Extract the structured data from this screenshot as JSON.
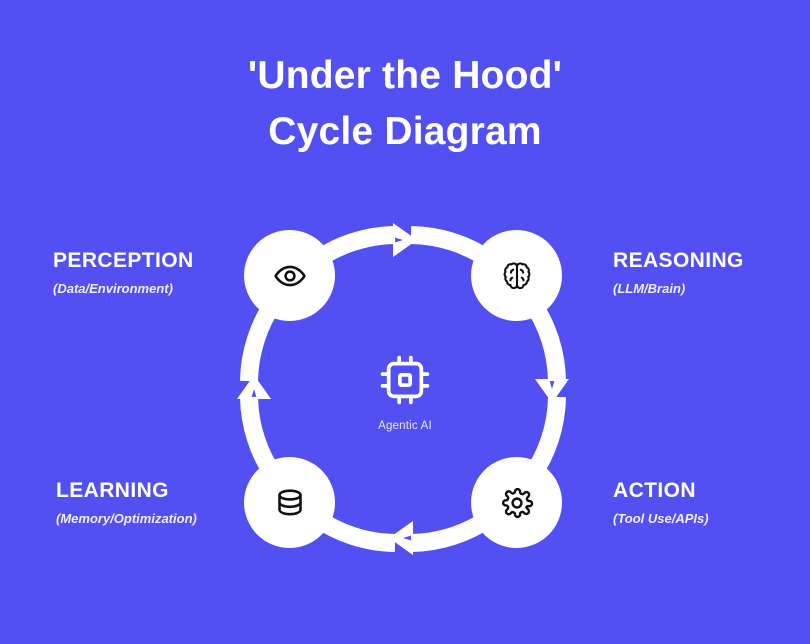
{
  "theme": {
    "background": "#5250f2",
    "foreground": "#ffffff",
    "icon_stroke": "#111111",
    "center_label_color": "#e7e6fb"
  },
  "header": {
    "title_line_1": "'Under the Hood'",
    "title_line_2": "Cycle Diagram"
  },
  "center": {
    "icon": "cpu-chip-icon",
    "label": "Agentic AI"
  },
  "nodes": [
    {
      "id": "perception",
      "title": "PERCEPTION",
      "subtitle": "(Data/Environment)",
      "icon": "eye-icon",
      "position": "top-left"
    },
    {
      "id": "reasoning",
      "title": "REASONING",
      "subtitle": "(LLM/Brain)",
      "icon": "brain-icon",
      "position": "top-right"
    },
    {
      "id": "action",
      "title": "ACTION",
      "subtitle": "(Tool Use/APIs)",
      "icon": "gear-icon",
      "position": "bottom-right"
    },
    {
      "id": "learning",
      "title": "LEARNING",
      "subtitle": "(Memory/Optimization)",
      "icon": "database-icon",
      "position": "bottom-left"
    }
  ],
  "cycle": {
    "direction": "clockwise",
    "arrows": [
      {
        "id": "arrow-perception-to-reasoning",
        "from": "perception",
        "to": "reasoning",
        "points": "right"
      },
      {
        "id": "arrow-reasoning-to-action",
        "from": "reasoning",
        "to": "action",
        "points": "down"
      },
      {
        "id": "arrow-action-to-learning",
        "from": "action",
        "to": "learning",
        "points": "left"
      },
      {
        "id": "arrow-learning-to-perception",
        "from": "learning",
        "to": "perception",
        "points": "up"
      }
    ]
  }
}
